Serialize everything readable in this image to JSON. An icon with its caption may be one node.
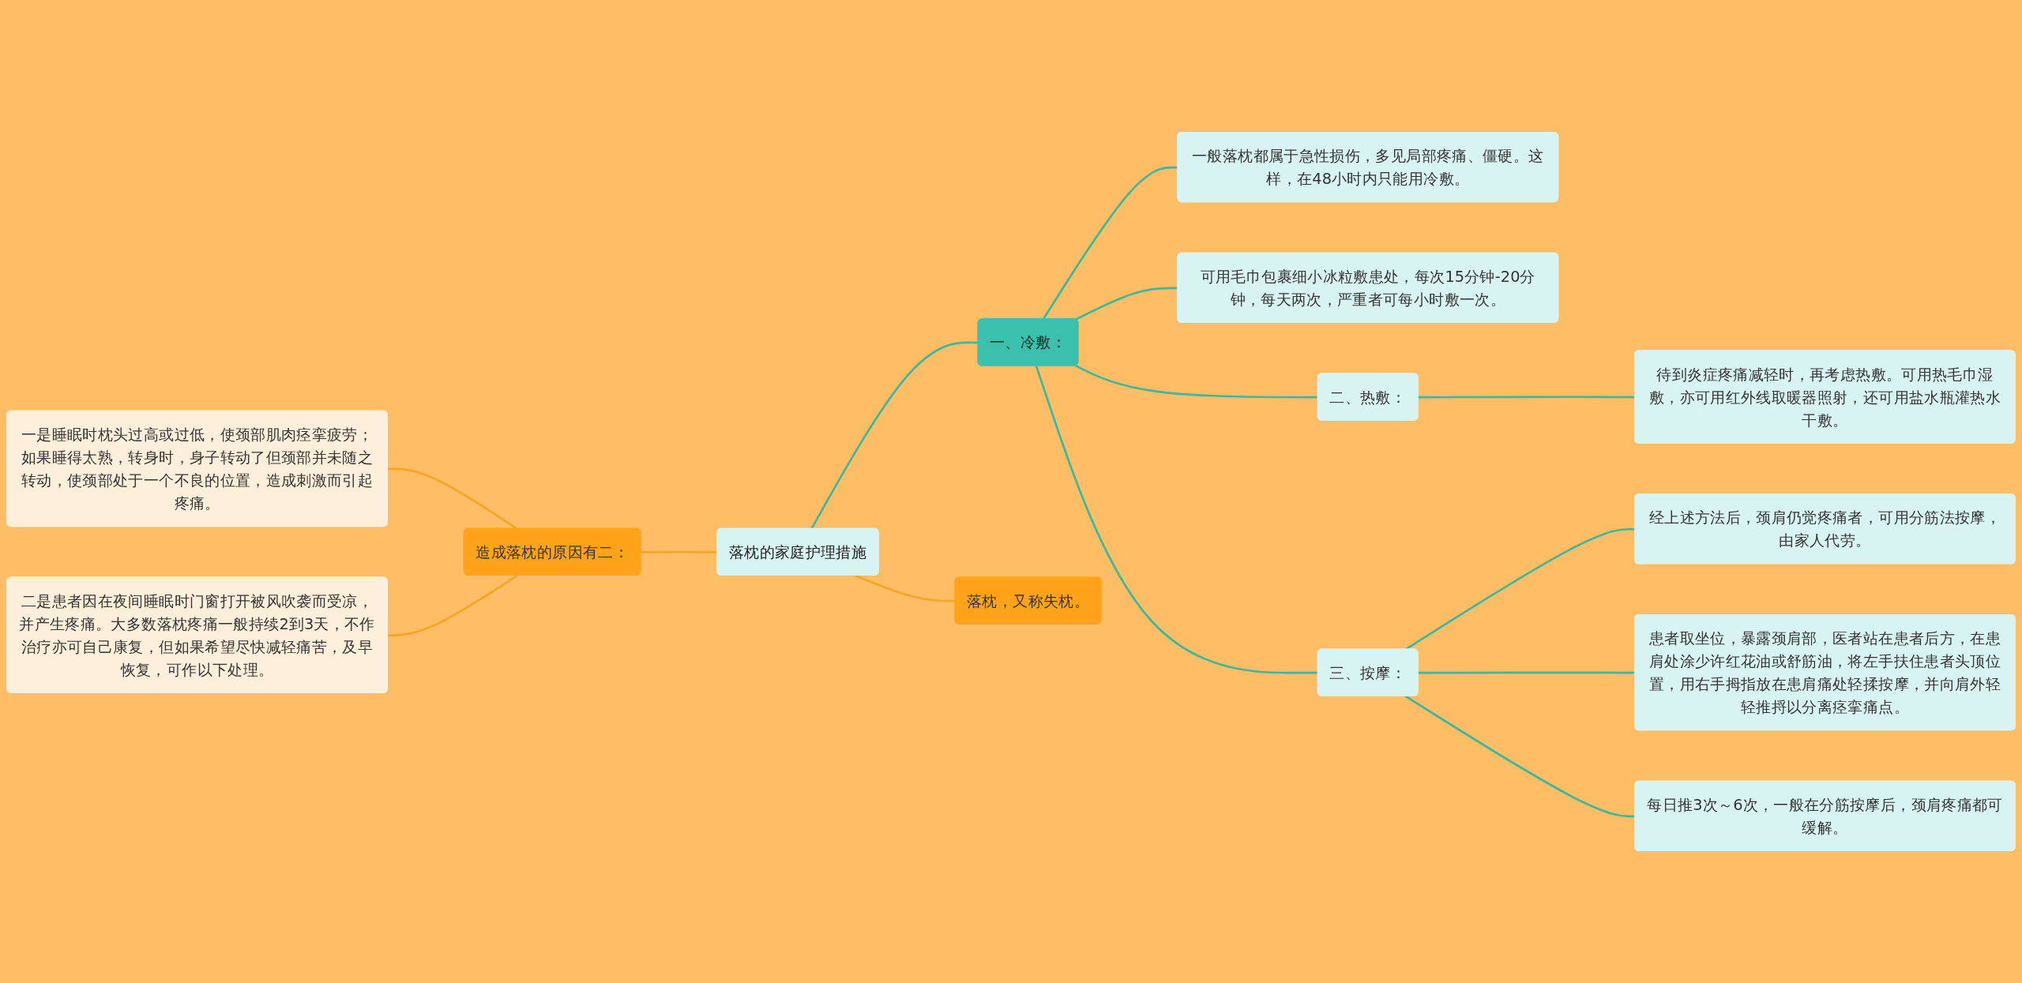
{
  "diagram": {
    "nodes": [
      {
        "text": [
          "落枕的家庭护理措施"
        ]
      },
      {
        "text": [
          "造成落枕的原因有二："
        ]
      },
      {
        "text": [
          "一是睡眠时枕头过高或过低，使颈部肌肉痉挛疲劳；如果睡得太熟，转身时，身子转动了但颈部并未随之转动，使颈部处于一个不良的位置，造成刺激而引起疼痛。"
        ]
      },
      {
        "text": [
          "二是患者因在夜间睡眠时门窗打开被风吹袭而受凉，并产生疼痛。大多数落枕疼痛一般持续2到3天，不作治疗亦可自己康复，但如果希望尽快减轻痛苦，及早恢复，可作以下处理。"
        ]
      },
      {
        "text": [
          "落枕，又称失枕。"
        ]
      },
      {
        "text": [
          "一、冷敷："
        ]
      },
      {
        "text": [
          "一般落枕都属于急性损伤，多见局部疼痛、僵硬。这样，在48小时内只能用冷敷。"
        ]
      },
      {
        "text": [
          "可用毛巾包裹细小冰粒敷患处，每次15分钟-20分钟，每天两次，严重者可每小时敷一次。"
        ]
      },
      {
        "text": [
          "二、热敷："
        ]
      },
      {
        "text": [
          "待到炎症疼痛减轻时，再考虑热敷。可用热毛巾湿敷，亦可用红外线取暖器照射，还可用盐水瓶灌热水干敷。"
        ]
      },
      {
        "text": [
          "三、按摩："
        ]
      },
      {
        "text": [
          "经上述方法后，颈肩仍觉疼痛者，可用分筋法按摩，由家人代劳。"
        ]
      },
      {
        "text": [
          "患者取坐位，暴露颈肩部，医者站在患者后方，在患肩处涂少许红花油或舒筋油，将左手扶住患者头顶位置，用右手拇指放在患肩痛处轻揉按摩，并向肩外轻轻推捋以分离痉挛痛点。"
        ]
      },
      {
        "text": [
          "每日推3次～6次，一般在分筋按摩后，颈肩疼痛都可缓解。"
        ]
      }
    ],
    "edges": [
      {
        "from": 0,
        "to": 1,
        "arrow": "none",
        "color": "#f5a623"
      },
      {
        "from": 1,
        "to": 2,
        "arrow": "none",
        "color": "#f5a623"
      },
      {
        "from": 1,
        "to": 3,
        "arrow": "none",
        "color": "#f5a623"
      },
      {
        "from": 0,
        "to": 4,
        "arrow": "none",
        "color": "#f5a623"
      },
      {
        "from": 0,
        "to": 5,
        "arrow": "none"
      },
      {
        "from": 5,
        "to": 6,
        "arrow": "none"
      },
      {
        "from": 5,
        "to": 7,
        "arrow": "none"
      },
      {
        "from": 5,
        "to": 8,
        "arrow": "none"
      },
      {
        "from": 8,
        "to": 9,
        "arrow": "none"
      },
      {
        "from": 5,
        "to": 10,
        "arrow": "none"
      },
      {
        "from": 10,
        "to": 11,
        "arrow": "none"
      },
      {
        "from": 10,
        "to": 12,
        "arrow": "none"
      },
      {
        "from": 10,
        "to": 13,
        "arrow": "none"
      }
    ]
  }
}
